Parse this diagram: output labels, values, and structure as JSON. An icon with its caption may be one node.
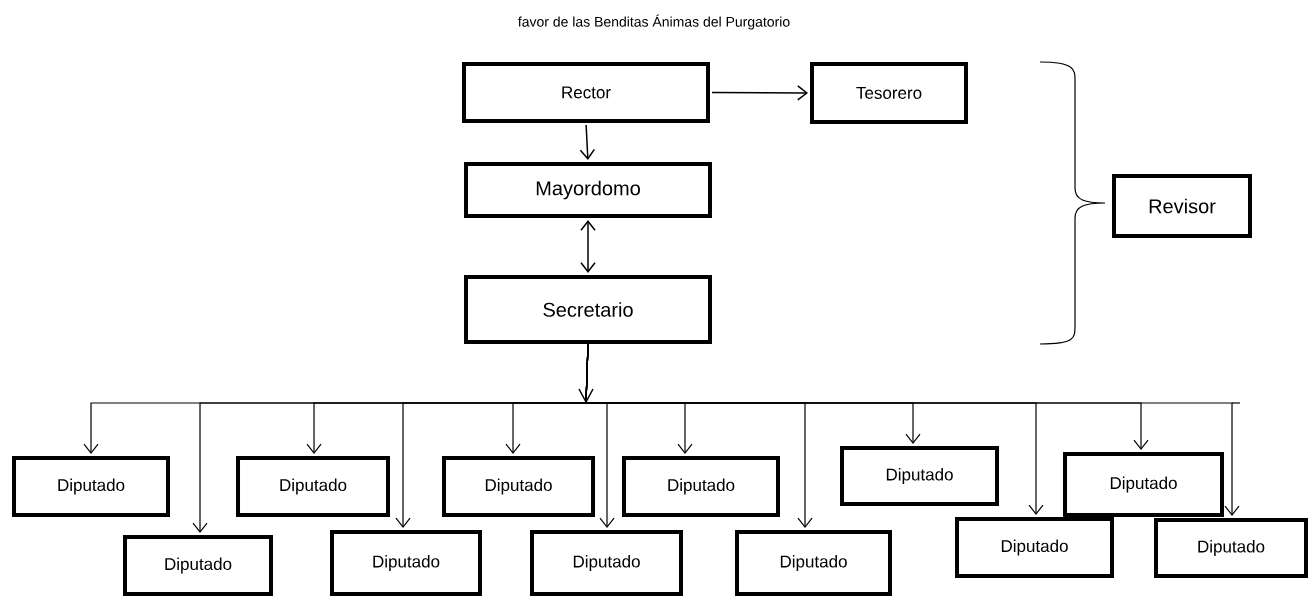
{
  "diagram": {
    "title": "favor de las Benditas Ánimas del Purgatorio",
    "nodes": [
      {
        "text": [
          "Rector"
        ]
      },
      {
        "text": [
          "Tesorero"
        ]
      },
      {
        "text": [
          "Mayordomo"
        ]
      },
      {
        "text": [
          "Secretario"
        ]
      },
      {
        "text": [
          "Revisor"
        ]
      },
      {
        "text": [
          "Diputado"
        ]
      },
      {
        "text": [
          "Diputado"
        ]
      },
      {
        "text": [
          "Diputado"
        ]
      },
      {
        "text": [
          "Diputado"
        ]
      },
      {
        "text": [
          "Diputado"
        ]
      },
      {
        "text": [
          "Diputado"
        ]
      },
      {
        "text": [
          "Diputado"
        ]
      },
      {
        "text": [
          "Diputado"
        ]
      },
      {
        "text": [
          "Diputado"
        ]
      },
      {
        "text": [
          "Diputado"
        ]
      },
      {
        "text": [
          "Diputado"
        ]
      },
      {
        "text": [
          "Diputado"
        ]
      }
    ],
    "edges": [
      {
        "from": 0,
        "to": 1,
        "arrow": "to"
      },
      {
        "from": 0,
        "to": 2,
        "arrow": "to"
      },
      {
        "from": 2,
        "to": 3,
        "arrow": "both"
      },
      {
        "from": 3,
        "to": 5,
        "arrow": "to"
      },
      {
        "from": 3,
        "to": 6,
        "arrow": "to"
      },
      {
        "from": 3,
        "to": 7,
        "arrow": "to"
      },
      {
        "from": 3,
        "to": 8,
        "arrow": "to"
      },
      {
        "from": 3,
        "to": 9,
        "arrow": "to"
      },
      {
        "from": 3,
        "to": 10,
        "arrow": "to"
      },
      {
        "from": 3,
        "to": 11,
        "arrow": "to"
      },
      {
        "from": 3,
        "to": 12,
        "arrow": "to"
      },
      {
        "from": 3,
        "to": 13,
        "arrow": "to"
      },
      {
        "from": 3,
        "to": 14,
        "arrow": "to"
      },
      {
        "from": 3,
        "to": 15,
        "arrow": "to"
      },
      {
        "from": 3,
        "to": 16,
        "arrow": "to"
      }
    ]
  }
}
